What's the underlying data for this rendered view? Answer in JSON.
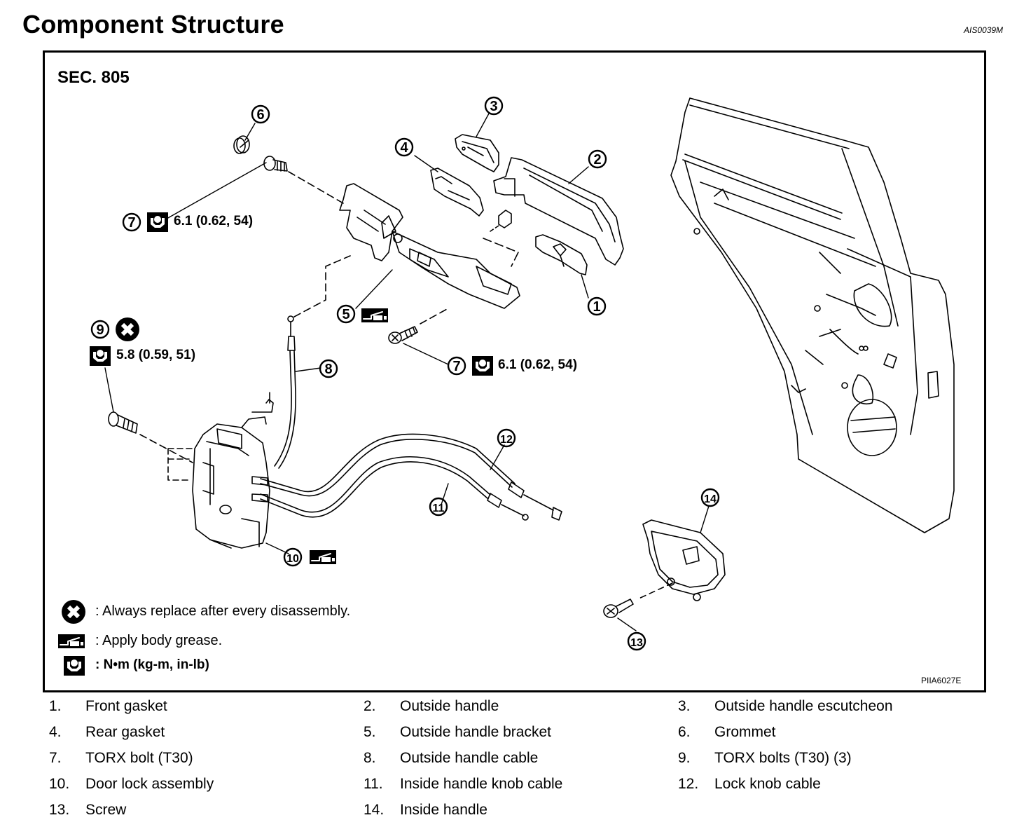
{
  "header": {
    "title": "Component Structure",
    "doc_code": "AIS0039M"
  },
  "figure": {
    "section": "SEC. 805",
    "figure_code": "PIIA6027E",
    "callouts": [
      "1",
      "2",
      "3",
      "4",
      "5",
      "6",
      "7",
      "7",
      "8",
      "9",
      "10",
      "11",
      "12",
      "13",
      "14"
    ],
    "torque_specs": [
      {
        "ref": "7",
        "value": "6.1 (0.62, 54)"
      },
      {
        "ref": "7",
        "value": "6.1 (0.62, 54)"
      },
      {
        "ref": "9",
        "value": "5.8 (0.59, 51)"
      }
    ],
    "symbols": {
      "replace_icon": "circled-x-icon",
      "grease_icon": "grease-gun-icon",
      "torque_icon": "torque-wrench-icon"
    }
  },
  "legend": [
    {
      "icon": "circled-x-icon",
      "text": ": Always replace after every disassembly."
    },
    {
      "icon": "grease-gun-icon",
      "text": ": Apply body grease."
    },
    {
      "icon": "torque-wrench-icon",
      "text": ": N•m  (kg-m,  in-lb)"
    }
  ],
  "parts": [
    {
      "num": "1.",
      "name": "Front gasket"
    },
    {
      "num": "2.",
      "name": "Outside handle"
    },
    {
      "num": "3.",
      "name": "Outside handle escutcheon"
    },
    {
      "num": "4.",
      "name": "Rear gasket"
    },
    {
      "num": "5.",
      "name": "Outside handle bracket"
    },
    {
      "num": "6.",
      "name": "Grommet"
    },
    {
      "num": "7.",
      "name": "TORX bolt (T30)"
    },
    {
      "num": "8.",
      "name": "Outside handle cable"
    },
    {
      "num": "9.",
      "name": "TORX bolts (T30) (3)"
    },
    {
      "num": "10.",
      "name": "Door lock assembly"
    },
    {
      "num": "11.",
      "name": "Inside handle knob cable"
    },
    {
      "num": "12.",
      "name": "Lock knob cable"
    },
    {
      "num": "13.",
      "name": "Screw"
    },
    {
      "num": "14.",
      "name": "Inside handle"
    }
  ]
}
